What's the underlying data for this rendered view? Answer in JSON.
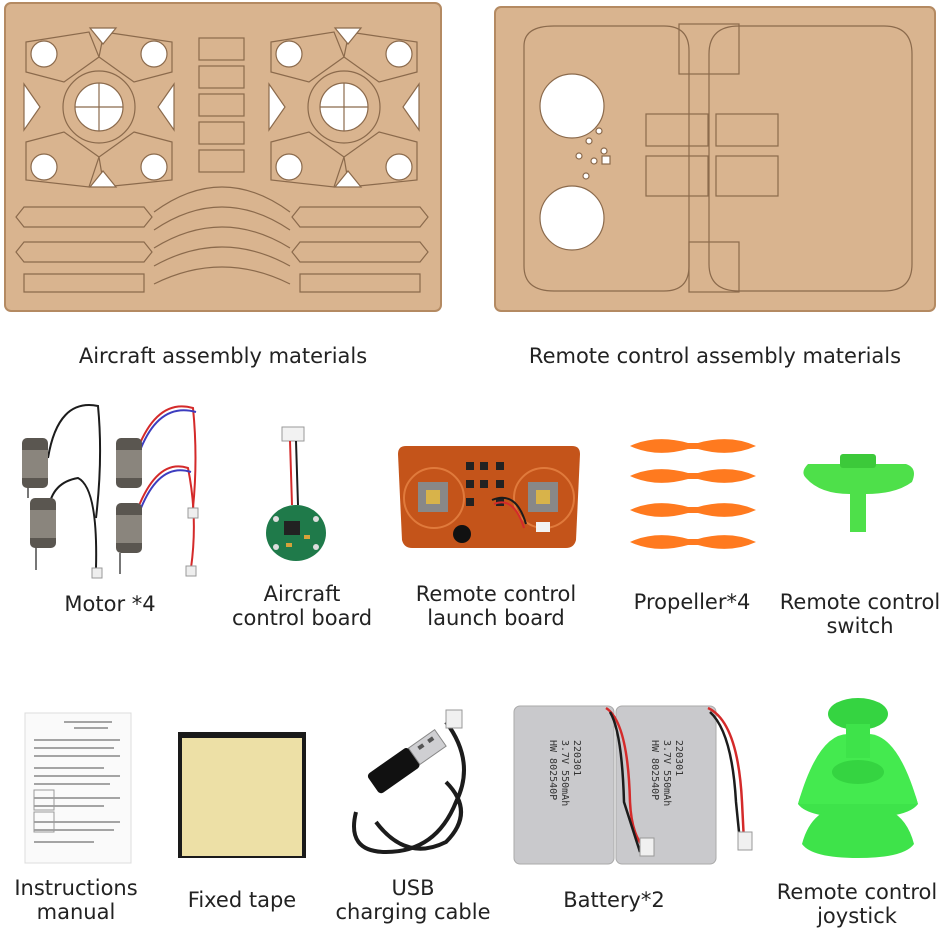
{
  "colors": {
    "plywood": "#d9b48f",
    "plywood_edge": "#b48a62",
    "cut_line": "#8b6a4c",
    "pcb_orange": "#c4541a",
    "pcb_green": "#1f7a4a",
    "propeller": "#ff7a1f",
    "switch_green": "#4ee04a",
    "joystick_green": "#3ee34a",
    "tape_yellow": "#ede0a6",
    "tape_black": "#1a1a1a",
    "battery_silver": "#c9c9cc",
    "wire_red": "#d42a2a",
    "wire_blue": "#3d3dbf",
    "wire_black": "#1c1c1c"
  },
  "board_captions": {
    "aircraft": "Aircraft assembly materials",
    "remote": "Remote control assembly materials"
  },
  "row2_captions": {
    "motor": "Motor *4",
    "aircraft_board": [
      "Aircraft",
      "control board"
    ],
    "launch_board": [
      "Remote control",
      "launch board"
    ],
    "propeller": "Propeller*4",
    "switch": [
      "Remote control",
      "switch"
    ]
  },
  "row3_captions": {
    "manual": [
      "Instructions",
      "manual"
    ],
    "tape": "Fixed tape",
    "usb": [
      "USB",
      "charging cable"
    ],
    "battery": "Battery*2",
    "joystick": [
      "Remote control",
      "joystick"
    ]
  },
  "battery_label": [
    "HW 802540P",
    "3.7V 550mAh",
    "220301"
  ]
}
